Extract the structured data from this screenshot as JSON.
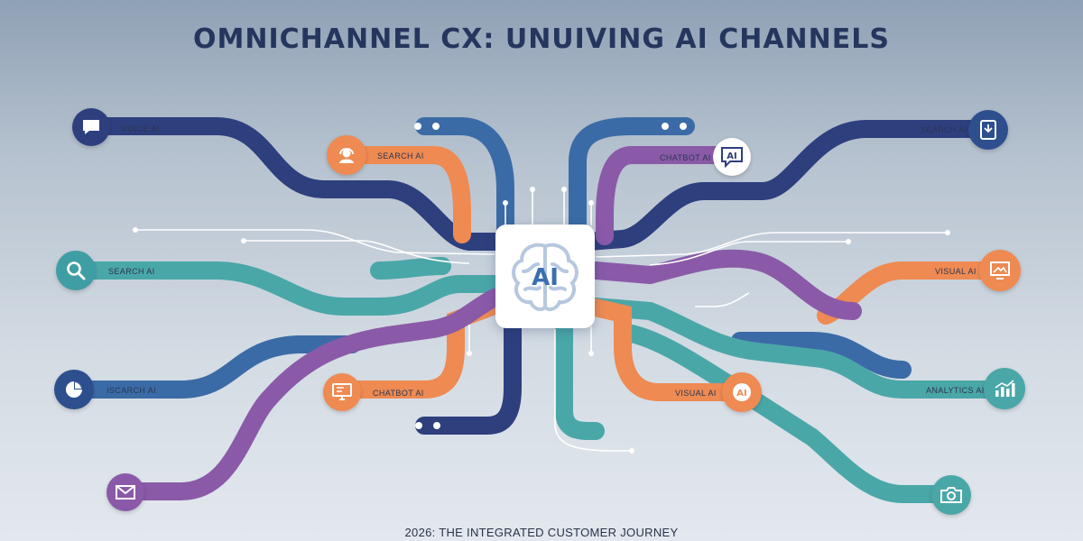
{
  "header": {
    "title": "OMNICHANNEL CX: UNUIVING AI CHANNELS"
  },
  "footer": {
    "text": "2026: THE INTEGRATED CUSTOMER JOURNEY"
  },
  "hub": {
    "label": "AI"
  },
  "channels": {
    "left": [
      {
        "label": "VOICE AI",
        "icon": "chat-bubble-icon"
      },
      {
        "label": "SEARCH AI",
        "icon": "magnifier-icon"
      },
      {
        "label": "ISCARCH AI",
        "icon": "pie-chart-icon"
      },
      {
        "label": "",
        "icon": "mail-icon"
      }
    ],
    "inner_left": [
      {
        "label": "SEARCH AI",
        "icon": "support-agent-icon"
      },
      {
        "label": "CHATBOT AI",
        "icon": "monitor-icon"
      }
    ],
    "inner_right": [
      {
        "label": "CHATBOT AI",
        "icon": "ai-chat-icon",
        "icon_text": "AI"
      },
      {
        "label": "VISUAL AI",
        "icon": "ai-bubble-icon",
        "icon_text": "AI"
      }
    ],
    "right": [
      {
        "label": "SEARCH AI",
        "icon": "tablet-icon"
      },
      {
        "label": "VISUAL AI",
        "icon": "image-screen-icon"
      },
      {
        "label": "ANALYTICS AI",
        "icon": "bar-chart-icon"
      },
      {
        "label": "",
        "icon": "camera-icon"
      }
    ]
  },
  "colors": {
    "navy": "#2e3f7e",
    "blue": "#3b6ba6",
    "teal": "#4aa7a8",
    "orange": "#ee8a52",
    "purple": "#8a5aa8",
    "title": "#25365e"
  }
}
